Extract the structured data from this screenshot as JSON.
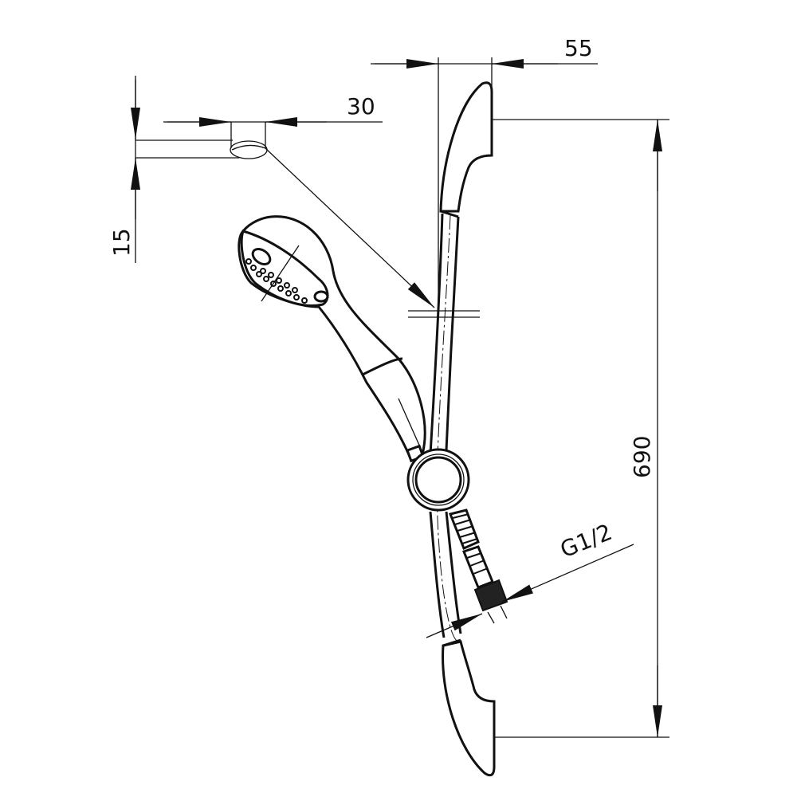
{
  "drawing": {
    "dimensions": {
      "rail_depth": "55",
      "bracket_width": "30",
      "bracket_height": "15",
      "rail_length": "690",
      "hose_thread": "G1/2"
    },
    "line_color": "#111111",
    "background": "#ffffff"
  }
}
